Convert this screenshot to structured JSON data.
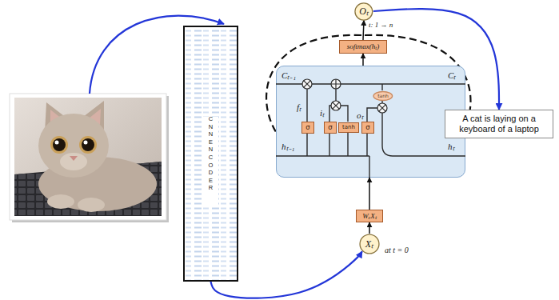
{
  "diagram": {
    "nodes": [
      {
        "text": [
          "CNN ENCODER"
        ]
      },
      {
        "text": [
          "Oₜ"
        ]
      },
      {
        "text": [
          "softmax(hₜ)"
        ]
      },
      {
        "text": [
          "Cₜ₋₁",
          "Cₜ",
          "fₜ",
          "iₜ",
          "oₜ",
          "hₜ₋₁",
          "hₜ"
        ]
      },
      {
        "text": [
          "σ"
        ],
        "in": 3
      },
      {
        "text": [
          "σ"
        ],
        "in": 3
      },
      {
        "text": [
          "tanh"
        ],
        "in": 3
      },
      {
        "text": [
          "σ"
        ],
        "in": 3
      },
      {
        "text": [
          "tanh"
        ],
        "in": 3
      },
      {
        "text": [
          "WₑXₜ"
        ]
      },
      {
        "text": [
          "Xₜ"
        ]
      },
      {
        "text": [
          "A cat is laying on a keyboard of a laptop"
        ]
      }
    ],
    "edges": [
      {
        "from": 10,
        "to": 9,
        "arrow": "to"
      },
      {
        "from": 9,
        "to": 3,
        "arrow": "to"
      },
      {
        "from": 3,
        "to": 2,
        "arrow": "to"
      },
      {
        "from": 2,
        "to": 1,
        "arrow": "to"
      },
      {
        "from": 1,
        "to": 11,
        "arrow": "to"
      },
      {
        "from": 0,
        "to": 10,
        "arrow": "to"
      }
    ],
    "labels": [
      "t: 1 → n",
      "at t = 0"
    ]
  }
}
